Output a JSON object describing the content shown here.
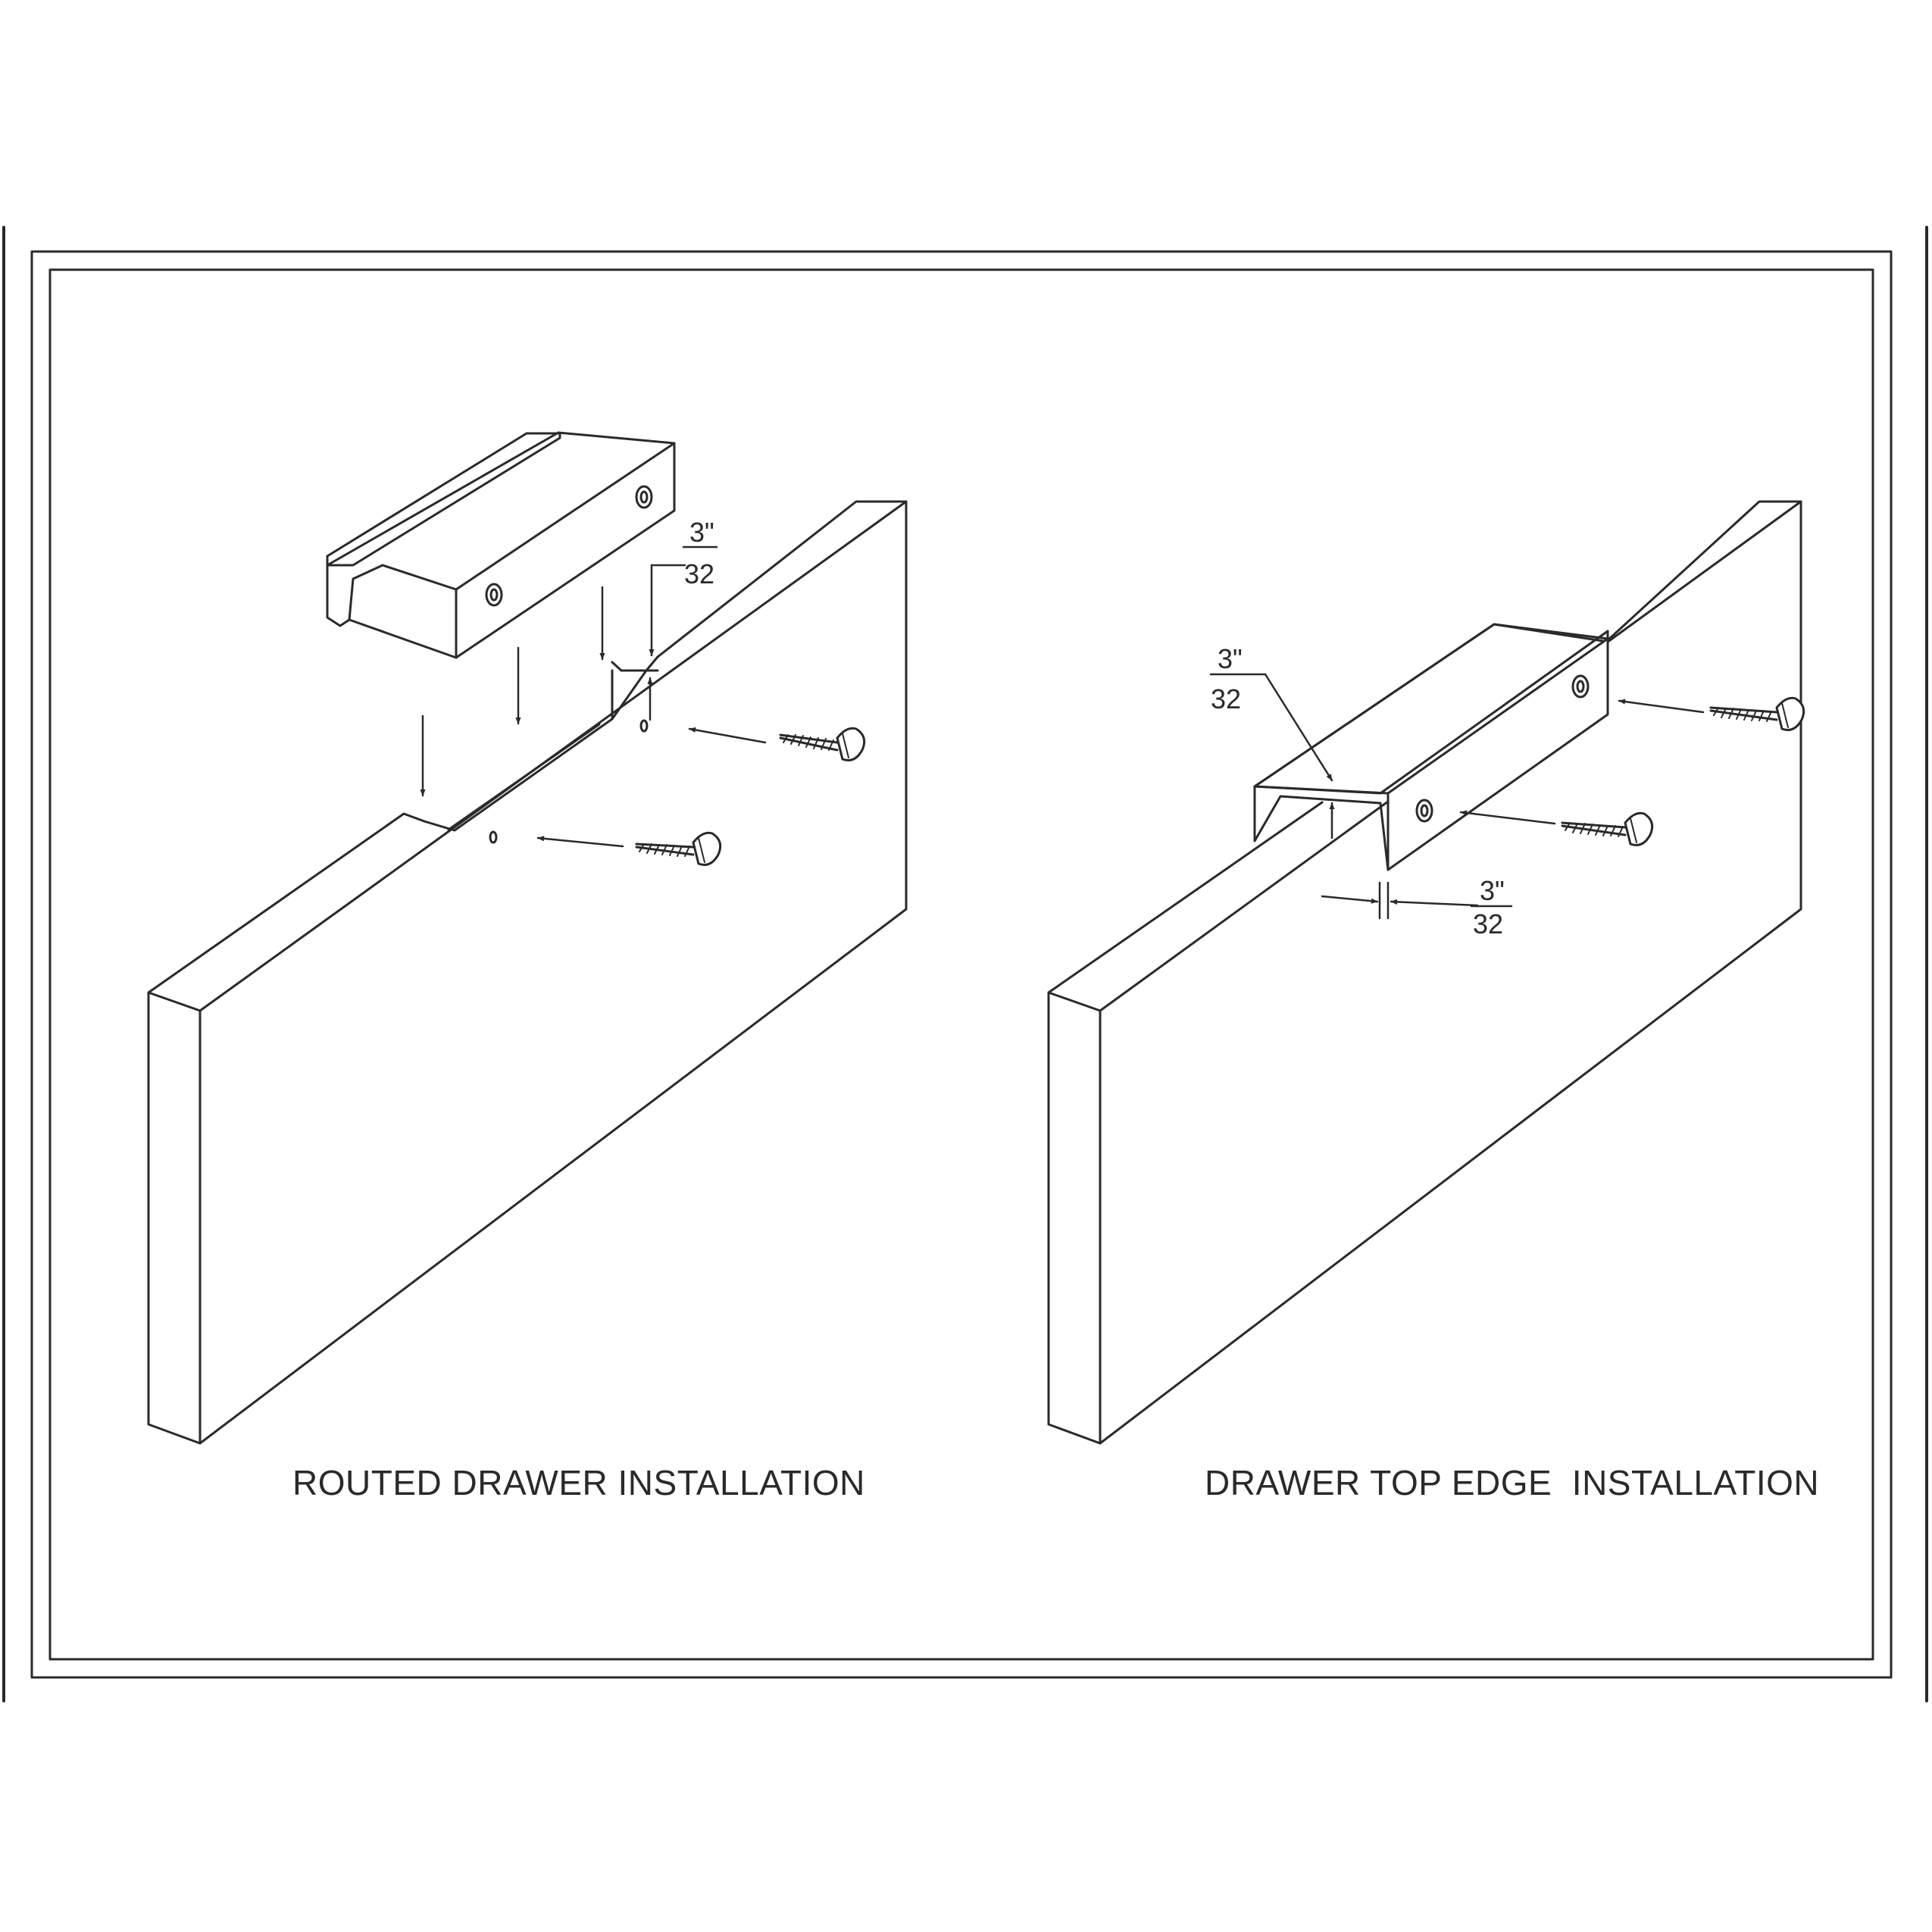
{
  "left_panel": {
    "caption": "ROUTED DRAWER INSTALLATION",
    "dimension": {
      "numerator": "3\"",
      "denominator": "32"
    }
  },
  "right_panel": {
    "caption": "DRAWER TOP EDGE  INSTALLATION",
    "dimension_top": {
      "numerator": "3\"",
      "denominator": "32"
    },
    "dimension_side": {
      "numerator": "3\"",
      "denominator": "32"
    }
  },
  "colors": {
    "line": "#2a2a2a",
    "background": "#ffffff"
  }
}
